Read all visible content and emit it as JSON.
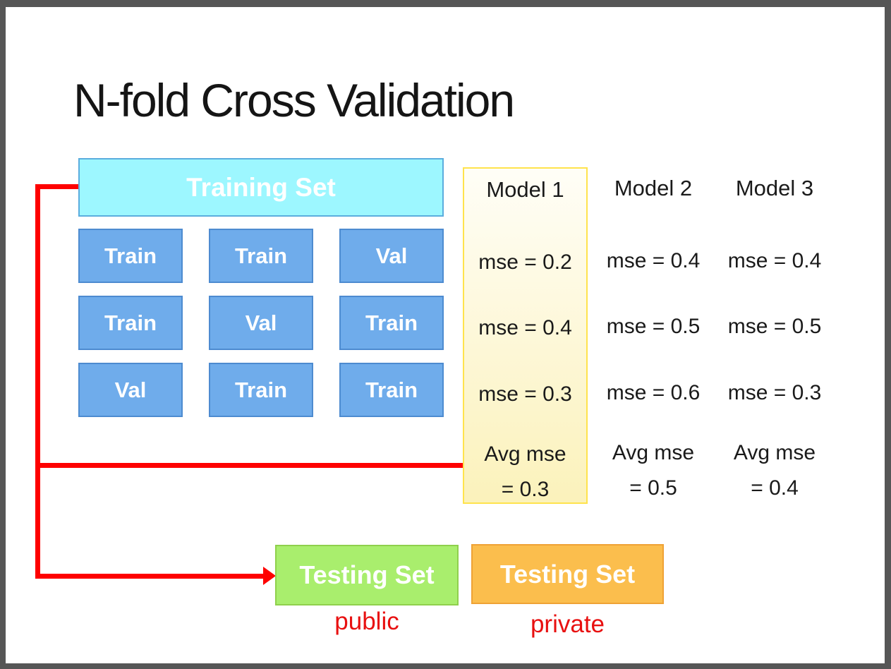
{
  "slide": {
    "title": "N-fold Cross Validation",
    "training_set_label": "Training Set",
    "folds": [
      [
        "Train",
        "Train",
        "Val"
      ],
      [
        "Train",
        "Val",
        "Train"
      ],
      [
        "Val",
        "Train",
        "Train"
      ]
    ],
    "models": [
      {
        "name": "Model 1",
        "mse": [
          "mse = 0.2",
          "mse = 0.4",
          "mse = 0.3"
        ],
        "avg_line1": "Avg mse",
        "avg_line2": "= 0.3",
        "highlighted": true
      },
      {
        "name": "Model 2",
        "mse": [
          "mse = 0.4",
          "mse = 0.5",
          "mse = 0.6"
        ],
        "avg_line1": "Avg mse",
        "avg_line2": "= 0.5",
        "highlighted": false
      },
      {
        "name": "Model 3",
        "mse": [
          "mse = 0.4",
          "mse = 0.5",
          "mse = 0.3"
        ],
        "avg_line1": "Avg mse",
        "avg_line2": "= 0.4",
        "highlighted": false
      }
    ],
    "testing_public": {
      "label": "Testing Set",
      "sublabel": "public"
    },
    "testing_private": {
      "label": "Testing Set",
      "sublabel": "private"
    },
    "colors": {
      "frame": "#565656",
      "training_fill": "#9df7ff",
      "training_border": "#5badde",
      "fold_fill": "#6faceb",
      "fold_border": "#4d8bd0",
      "highlight_fill": "#fcf3c2",
      "highlight_border": "#ffe34d",
      "testing_public_fill": "#a9ee6d",
      "testing_public_border": "#8fd04c",
      "testing_private_fill": "#fbbe4d",
      "testing_private_border": "#efa235",
      "arrow_red": "#fe0000",
      "label_red": "#e81010"
    }
  }
}
